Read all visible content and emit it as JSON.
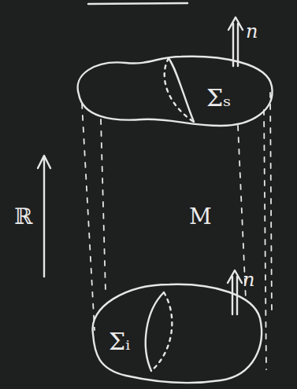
{
  "diagram": {
    "labels": [
      "n",
      "Σₛ",
      "ℝ",
      "M",
      "n",
      "Σᵢ"
    ]
  }
}
